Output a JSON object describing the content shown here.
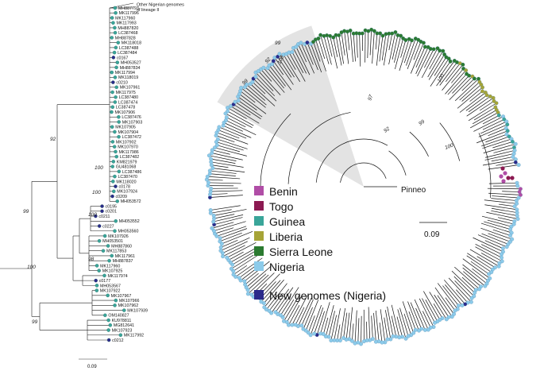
{
  "left_tree": {
    "outgroup_note": [
      "Other Nigerian genomes",
      "of lineage II"
    ],
    "tips": [
      {
        "label": "MH887793",
        "type": "ref"
      },
      {
        "label": "MK117996",
        "type": "ref"
      },
      {
        "label": "MK117960",
        "type": "ref"
      },
      {
        "label": "MK117993",
        "type": "ref"
      },
      {
        "label": "MH887820",
        "type": "ref"
      },
      {
        "label": "LC387468",
        "type": "ref"
      },
      {
        "label": "MH887828",
        "type": "ref"
      },
      {
        "label": "MK118018",
        "type": "ref"
      },
      {
        "label": "LC387488",
        "type": "ref"
      },
      {
        "label": "LC387484",
        "type": "ref"
      },
      {
        "label": "c0167",
        "type": "new"
      },
      {
        "label": "MH053527",
        "type": "ref"
      },
      {
        "label": "MH887834",
        "type": "ref"
      },
      {
        "label": "MK117994",
        "type": "ref"
      },
      {
        "label": "MK118019",
        "type": "ref"
      },
      {
        "label": "c0210",
        "type": "new"
      },
      {
        "label": "MK107961",
        "type": "ref"
      },
      {
        "label": "MK117975",
        "type": "ref"
      },
      {
        "label": "LC387480",
        "type": "ref"
      },
      {
        "label": "LC387474",
        "type": "ref"
      },
      {
        "label": "LC387478",
        "type": "ref"
      },
      {
        "label": "MK107906",
        "type": "ref"
      },
      {
        "label": "LC387476",
        "type": "ref"
      },
      {
        "label": "MK107903",
        "type": "ref"
      },
      {
        "label": "MK107905",
        "type": "ref"
      },
      {
        "label": "MK107904",
        "type": "ref"
      },
      {
        "label": "LC387472",
        "type": "ref"
      },
      {
        "label": "MK107902",
        "type": "ref"
      },
      {
        "label": "MK107970",
        "type": "ref"
      },
      {
        "label": "MK117986",
        "type": "ref"
      },
      {
        "label": "LC387482",
        "type": "ref"
      },
      {
        "label": "KM821979",
        "type": "ref"
      },
      {
        "label": "GU481068",
        "type": "ref"
      },
      {
        "label": "LC387486",
        "type": "ref"
      },
      {
        "label": "LC387470",
        "type": "ref"
      },
      {
        "label": "MK118020",
        "type": "ref"
      },
      {
        "label": "c0178",
        "type": "new"
      },
      {
        "label": "MK107924",
        "type": "ref"
      },
      {
        "label": "c0209",
        "type": "new"
      },
      {
        "label": "MH053572",
        "type": "ref"
      },
      {
        "label": "c0195",
        "type": "new"
      },
      {
        "label": "c0201",
        "type": "new"
      },
      {
        "label": "c0211",
        "type": "new"
      },
      {
        "label": "MH053552",
        "type": "ref"
      },
      {
        "label": "c0227",
        "type": "new"
      },
      {
        "label": "MH053560",
        "type": "ref"
      },
      {
        "label": "MK107926",
        "type": "ref"
      },
      {
        "label": "MH053501",
        "type": "ref"
      },
      {
        "label": "MH887860",
        "type": "ref"
      },
      {
        "label": "MK117853",
        "type": "ref"
      },
      {
        "label": "MK117961",
        "type": "ref"
      },
      {
        "label": "MH887837",
        "type": "ref"
      },
      {
        "label": "MK117960",
        "type": "ref"
      },
      {
        "label": "MK107925",
        "type": "ref"
      },
      {
        "label": "MK117974",
        "type": "ref"
      },
      {
        "label": "c0177",
        "type": "new"
      },
      {
        "label": "MH053567",
        "type": "ref"
      },
      {
        "label": "MK107922",
        "type": "ref"
      },
      {
        "label": "MK107967",
        "type": "ref"
      },
      {
        "label": "MK107966",
        "type": "ref"
      },
      {
        "label": "MK107962",
        "type": "ref"
      },
      {
        "label": "MK107939",
        "type": "ref"
      },
      {
        "label": "OM140827",
        "type": "ref"
      },
      {
        "label": "KU978811",
        "type": "ref"
      },
      {
        "label": "MG812641",
        "type": "ref"
      },
      {
        "label": "MK107923",
        "type": "ref"
      },
      {
        "label": "MK117992",
        "type": "ref"
      },
      {
        "label": "c0212",
        "type": "new"
      }
    ],
    "support_values": [
      "92",
      "100",
      "100",
      "99",
      "100",
      "98",
      "100",
      "99"
    ],
    "scale_bar": "0.09"
  },
  "right_tree": {
    "root_label": "Pinneo",
    "support_values": [
      "99",
      "100",
      "92",
      "99",
      "100",
      "97",
      "92",
      "99",
      "100"
    ],
    "scale_bar": "0.09"
  },
  "legend": {
    "items": [
      {
        "label": "Benin",
        "color": "#b04da6"
      },
      {
        "label": "Togo",
        "color": "#8c1a52"
      },
      {
        "label": "Guinea",
        "color": "#3aa599"
      },
      {
        "label": "Liberia",
        "color": "#a6a437"
      },
      {
        "label": "Sierra Leone",
        "color": "#2b7a30"
      },
      {
        "label": "Nigeria",
        "color": "#8ccbea"
      }
    ],
    "new_genomes": {
      "label": "New genomes (Nigeria)",
      "color": "#2b2a8a"
    }
  },
  "colors": {
    "ref_tip": "#3aa599",
    "new_tip": "#2b2a8a",
    "highlight": "#e3e3e3"
  }
}
